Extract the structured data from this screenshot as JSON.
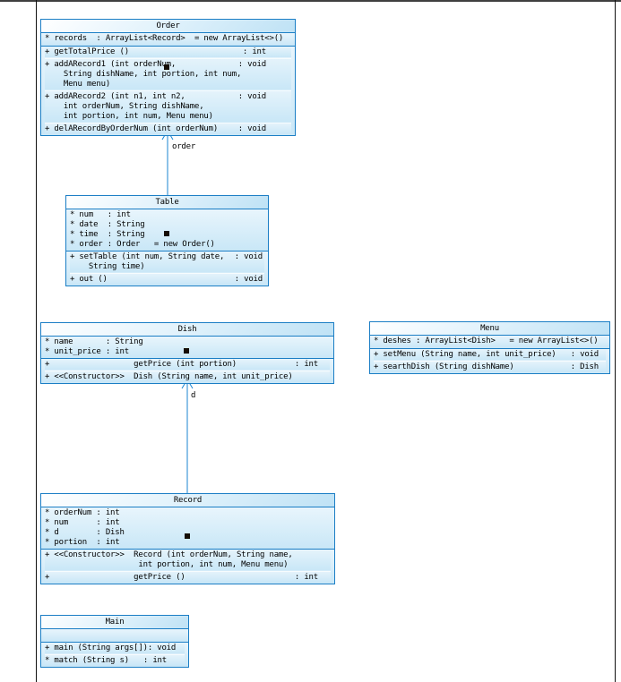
{
  "colors": {
    "box_border": "#1b7ec5",
    "box_fill_light": "#e8f5fc",
    "box_fill_dark": "#c9e7f7",
    "connector": "#1b86d1",
    "frame_top_line": "#3f3f3f",
    "ruler_line": "#111111"
  },
  "classes": {
    "order": {
      "title": "Order",
      "attrs": [
        {
          "l": "* records  : ArrayList<Record>  = new ArrayList<>()",
          "r": ""
        }
      ],
      "methods": [
        {
          "l": "+ getTotalPrice ()",
          "r": ": int"
        },
        {
          "l": "+ addARecord1 (int orderNum,",
          "r": ": void"
        },
        {
          "l": "    String dishName, int portion, int num,",
          "r": ""
        },
        {
          "l": "    Menu menu)",
          "r": ""
        },
        {
          "l": "+ addARecord2 (int n1, int n2,",
          "r": ": void"
        },
        {
          "l": "    int orderNum, String dishName,",
          "r": ""
        },
        {
          "l": "    int portion, int num, Menu menu)",
          "r": ""
        },
        {
          "l": "+ delARecordByOrderNum (int orderNum)",
          "r": ": void"
        }
      ]
    },
    "table": {
      "title": "Table",
      "attrs": [
        {
          "l": "* num   : int",
          "r": ""
        },
        {
          "l": "* date  : String",
          "r": ""
        },
        {
          "l": "* time  : String",
          "r": ""
        },
        {
          "l": "* order : Order   = new Order()",
          "r": ""
        }
      ],
      "methods": [
        {
          "l": "+ setTable (int num, String date,",
          "r": ": void"
        },
        {
          "l": "    String time)",
          "r": ""
        },
        {
          "l": "+ out ()",
          "r": ": void"
        }
      ]
    },
    "dish": {
      "title": "Dish",
      "attrs": [
        {
          "l": "* name       : String",
          "r": ""
        },
        {
          "l": "* unit_price : int",
          "r": ""
        }
      ],
      "methods": [
        {
          "l": "+                  getPrice (int portion)",
          "r": ": int"
        },
        {
          "l": "+ <<Constructor>>  Dish (String name, int unit_price)",
          "r": ""
        }
      ]
    },
    "menu": {
      "title": "Menu",
      "attrs": [
        {
          "l": "* deshes : ArrayList<Dish>   = new ArrayList<>()",
          "r": ""
        }
      ],
      "methods": [
        {
          "l": "+ setMenu (String name, int unit_price)",
          "r": ": void"
        },
        {
          "l": "+ searthDish (String dishName)",
          "r": ": Dish"
        }
      ]
    },
    "record": {
      "title": "Record",
      "attrs": [
        {
          "l": "* orderNum : int",
          "r": ""
        },
        {
          "l": "* num      : int",
          "r": ""
        },
        {
          "l": "* d        : Dish",
          "r": ""
        },
        {
          "l": "* portion  : int",
          "r": ""
        }
      ],
      "methods": [
        {
          "l": "+ <<Constructor>>  Record (int orderNum, String name,",
          "r": ""
        },
        {
          "l": "                    int portion, int num, Menu menu)",
          "r": ""
        },
        {
          "l": "+                  getPrice ()",
          "r": ": int"
        }
      ]
    },
    "main": {
      "title": "Main",
      "attrs": [],
      "methods": [
        {
          "l": "+ main (String args[])",
          "r": ": void"
        },
        {
          "l": "* match (String s)",
          "r": ": int"
        }
      ]
    }
  },
  "connectors": {
    "order": {
      "label": "order"
    },
    "d": {
      "label": "d"
    }
  }
}
